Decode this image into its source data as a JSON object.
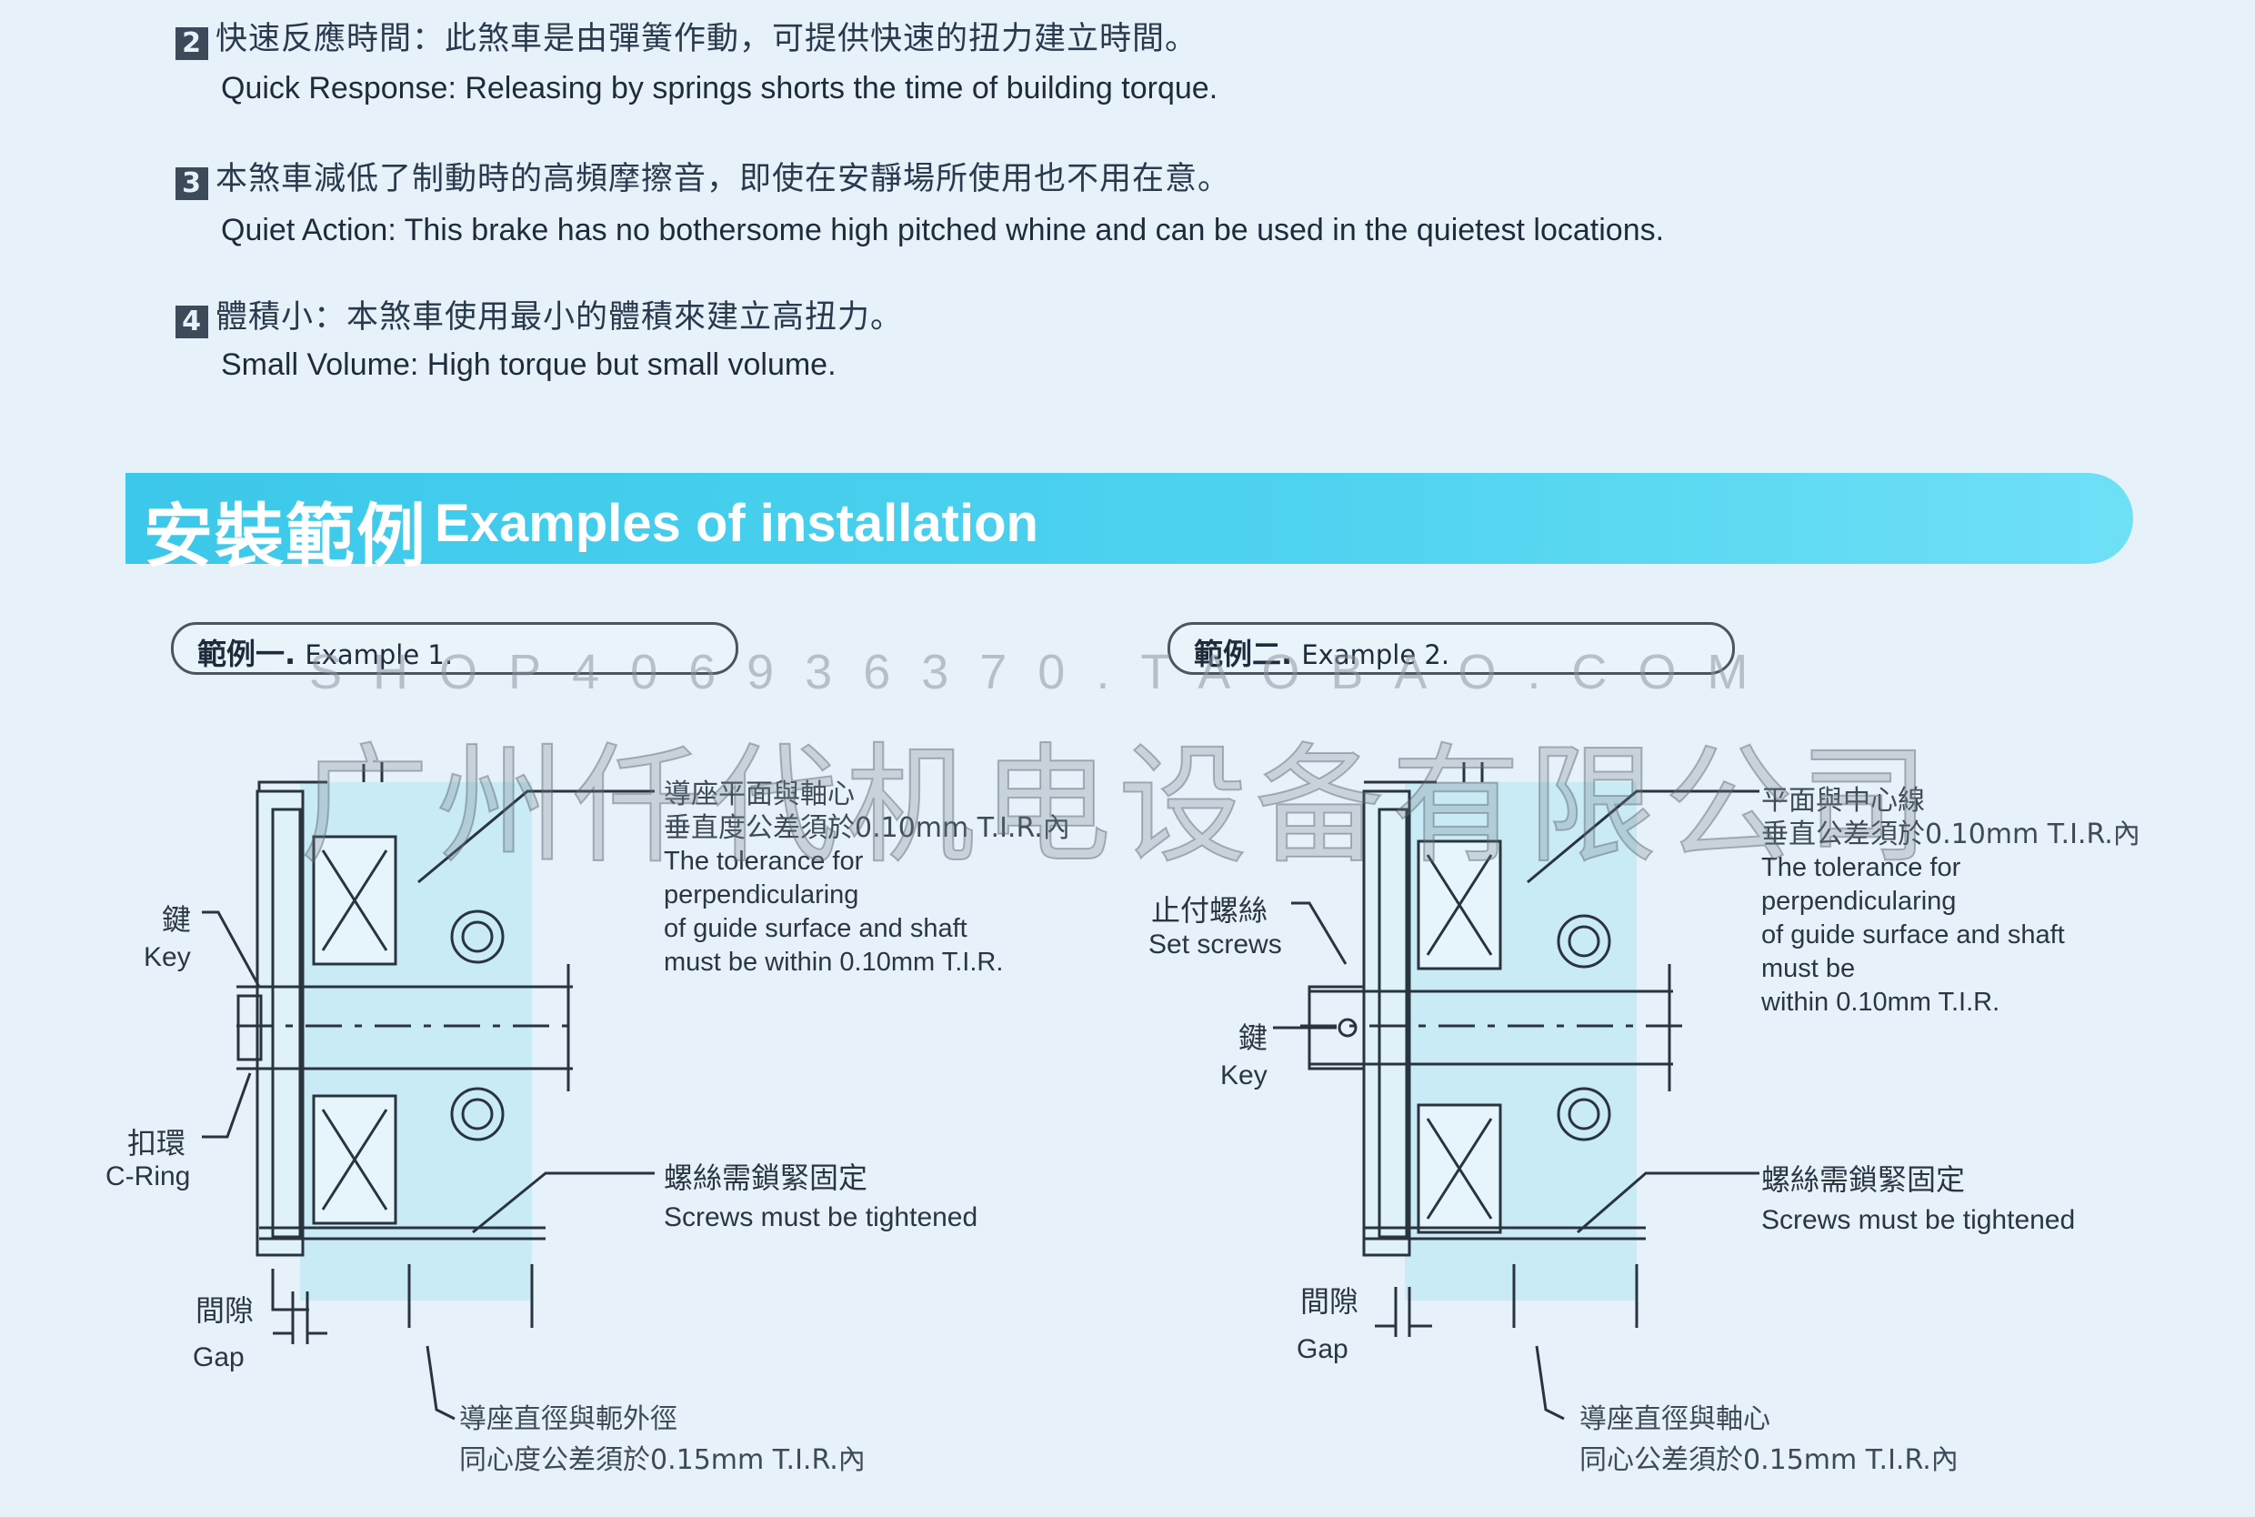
{
  "features": [
    {
      "num": "2",
      "zh": "快速反應時間：此煞車是由彈簧作動，可提供快速的扭力建立時間。",
      "en": "Quick Response: Releasing by springs shorts the time of building torque."
    },
    {
      "num": "3",
      "zh": "本煞車減低了制動時的高頻摩擦音，即使在安靜場所使用也不用在意。",
      "en": "Quiet Action: This brake has no bothersome high pitched whine and can be used in the quietest locations."
    },
    {
      "num": "4",
      "zh": "體積小：本煞車使用最小的體積來建立高扭力。",
      "en": "Small Volume: High torque but small volume."
    }
  ],
  "section": {
    "zh": "安裝範例",
    "en": "Examples of installation"
  },
  "watermark": {
    "line1": "SHOP406936370.TAOBAO.COM",
    "line2": "广州仟代机电设备有限公司"
  },
  "examples": [
    {
      "tab_zh": "範例一.",
      "tab_en": "Example 1.",
      "tol_zh1": "導座平面與軸心",
      "tol_zh2": "垂直度公差須於0.10mm T.I.R.內",
      "tol_en1": "The tolerance for",
      "tol_en2": "perpendicularing",
      "tol_en3": "of guide surface and shaft",
      "tol_en4": "must be within 0.10mm T.I.R.",
      "key_zh": "鍵",
      "key_en": "Key",
      "cring_zh": "扣環",
      "cring_en": "C-Ring",
      "screw_zh": "螺絲需鎖緊固定",
      "screw_en": "Screws must be tightened",
      "gap_zh": "間隙",
      "gap_en": "Gap",
      "conc_zh1": "導座直徑與軛外徑",
      "conc_zh2": "同心度公差須於0.15mm T.I.R.內"
    },
    {
      "tab_zh": "範例二.",
      "tab_en": "Example 2.",
      "tol_zh1": "平面與中心線",
      "tol_zh2": "垂直公差須於0.10mm T.I.R.內",
      "tol_en1": "The tolerance for",
      "tol_en2": "perpendicularing",
      "tol_en3": "of guide surface and shaft",
      "tol_en4": "must be",
      "tol_en5": "within 0.10mm T.I.R.",
      "set_zh": "止付螺絲",
      "set_en": "Set screws",
      "key_zh": "鍵",
      "key_en": "Key",
      "screw_zh": "螺絲需鎖緊固定",
      "screw_en": "Screws must be tightened",
      "gap_zh": "間隙",
      "gap_en": "Gap",
      "conc_zh1": "導座直徑與軸心",
      "conc_zh2": "同心公差須於0.15mm T.I.R.內"
    }
  ],
  "colors": {
    "background": "#e6f1f9",
    "banner": "#3cc8ea",
    "diagram_fill": "#bfe6f4"
  }
}
